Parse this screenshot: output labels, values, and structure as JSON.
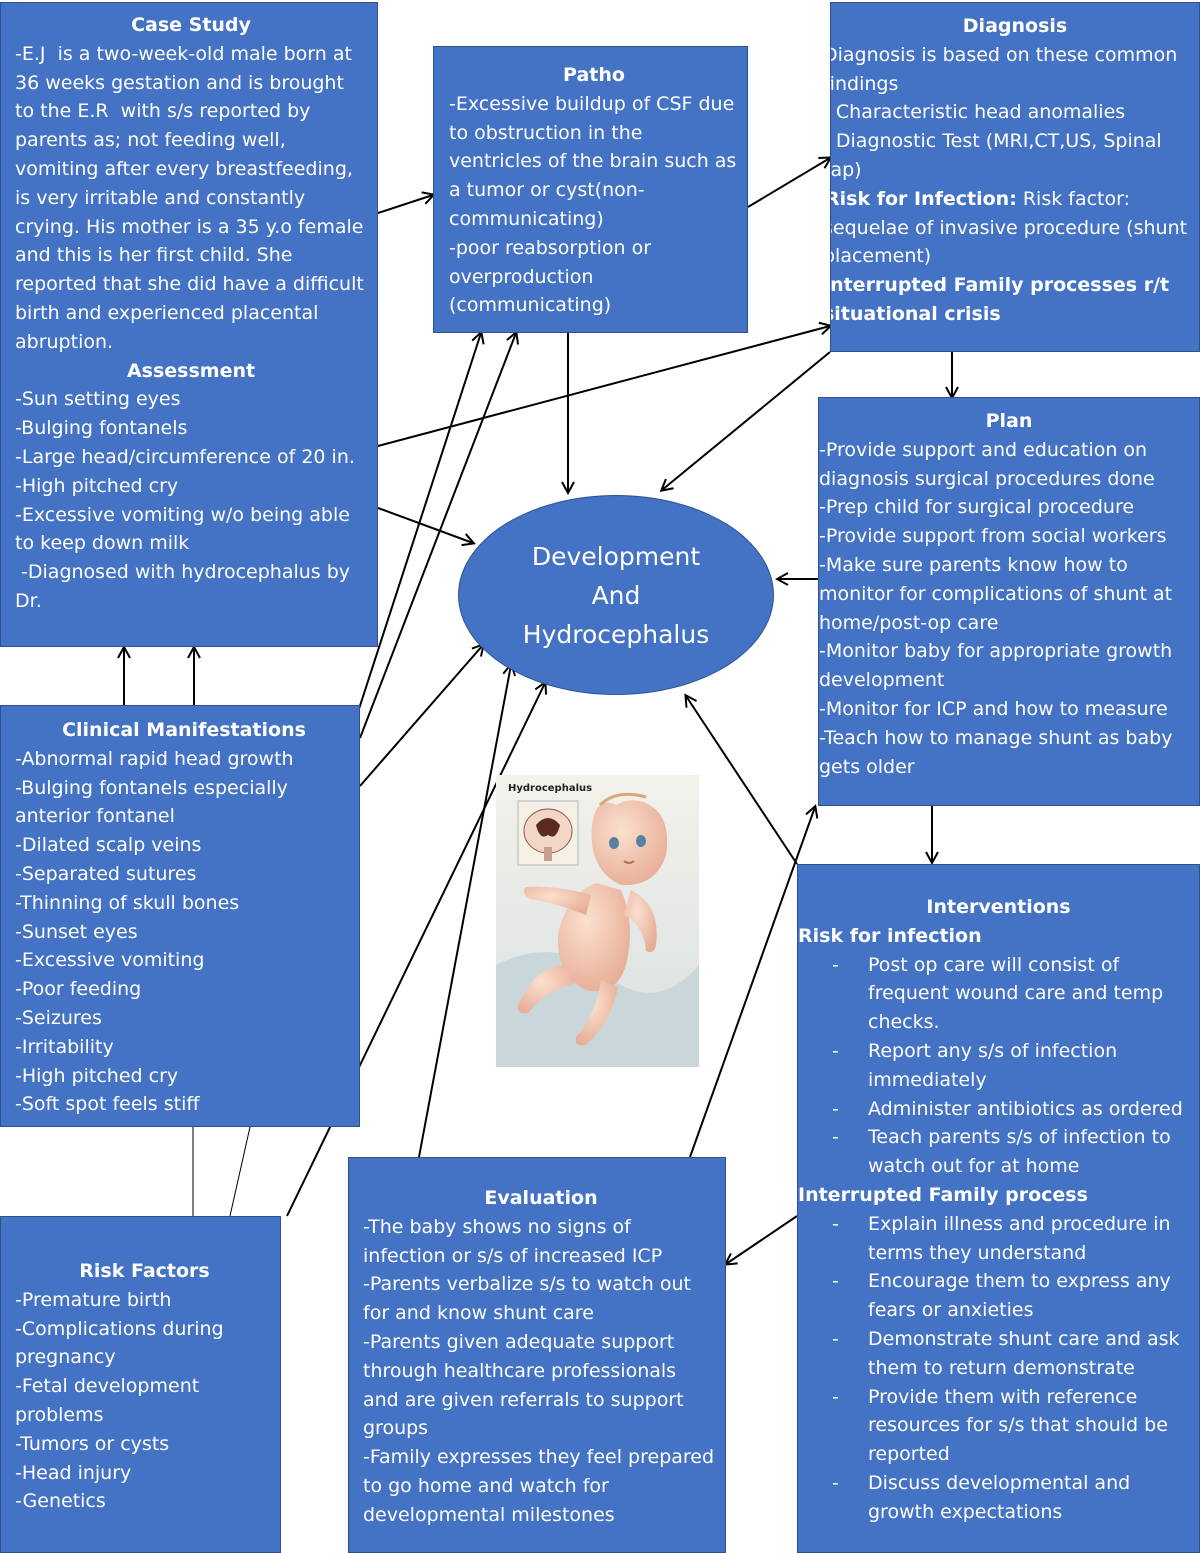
{
  "center": {
    "lines": [
      "Development",
      "And",
      "Hydrocephalus"
    ]
  },
  "case_study": {
    "title": "Case Study",
    "lines": [
      "-E.J  is a two-week-old male born at",
      "36 weeks gestation and is brought",
      "to the E.R  with s/s reported by",
      "parents as; not feeding well,",
      "vomiting after every breastfeeding,",
      "is very irritable and constantly",
      "crying. His mother is a 35 y.o female",
      "and this is her first child. She",
      "reported that she did have a difficult",
      "birth and experienced placental",
      "abruption."
    ],
    "assessment_title": "Assessment",
    "assessment_lines": [
      "-Sun setting eyes",
      "-Bulging fontanels",
      "-Large head/circumference of 20 in.",
      "-High pitched cry",
      "-Excessive vomiting w/o being able",
      "to keep down milk",
      " -Diagnosed with hydrocephalus by",
      "Dr."
    ]
  },
  "patho": {
    "title": "Patho",
    "lines": [
      "-Excessive buildup of CSF due",
      "to obstruction in the",
      "ventricles of the brain such as",
      "a tumor or cyst(non-",
      "communicating)",
      "-poor reabsorption or",
      "overproduction",
      "(communicating)"
    ]
  },
  "diagnosis": {
    "title": "Diagnosis",
    "lines": [
      "Diagnosis is based on these common",
      "findings",
      "- Characteristic head anomalies",
      "- Diagnostic Test (MRI,CT,US, Spinal",
      "tap)"
    ],
    "risk_label": "Risk for Infection:",
    "risk_text": " Risk factor:",
    "risk_lines": [
      "sequelae of invasive procedure (shunt",
      "placement)"
    ],
    "family_lines": [
      "Interrupted Family processes r/t",
      "situational crisis"
    ]
  },
  "plan": {
    "title": "Plan",
    "lines": [
      "-Provide support and education on",
      "diagnosis surgical procedures done",
      "-Prep child for surgical procedure",
      "-Provide support from social workers",
      "-Make sure parents know how to",
      "monitor for complications of shunt at",
      "home/post-op care",
      "-Monitor baby for appropriate growth",
      "development",
      "-Monitor for ICP and how to measure",
      "-Teach how to manage shunt as baby",
      "gets older"
    ]
  },
  "clinical": {
    "title": "Clinical Manifestations",
    "lines": [
      "-Abnormal rapid head growth",
      "-Bulging fontanels especially",
      "anterior fontanel",
      "-Dilated scalp veins",
      "-Separated sutures",
      "-Thinning of skull bones",
      "-Sunset eyes",
      "-Excessive vomiting",
      "-Poor feeding",
      "-Seizures",
      "-Irritability",
      "-High pitched cry",
      "-Soft spot feels stiff"
    ]
  },
  "interventions": {
    "title": "Interventions",
    "infection_title": "Risk for infection",
    "infection_items": [
      "Post op care will consist of\nfrequent wound care and temp\nchecks.",
      "Report any s/s of infection\nimmediately",
      "Administer antibiotics as ordered",
      "Teach parents s/s of infection to\nwatch out for at home"
    ],
    "family_title": "Interrupted Family process",
    "family_items": [
      "Explain illness and procedure in\nterms they understand",
      "Encourage them to express any\nfears or anxieties",
      "Demonstrate shunt care and ask\nthem to return demonstrate",
      "Provide them with reference\nresources for s/s that should be\nreported",
      "Discuss developmental and\ngrowth expectations"
    ],
    "bullet": "-"
  },
  "risk_factors": {
    "title": "Risk Factors",
    "lines": [
      "-Premature birth",
      "-Complications during",
      "pregnancy",
      "-Fetal development",
      "problems",
      "-Tumors or cysts",
      "-Head injury",
      "-Genetics"
    ]
  },
  "evaluation": {
    "title": "Evaluation",
    "lines": [
      "-The baby shows no signs of",
      "infection or s/s of increased ICP",
      "-Parents verbalize s/s to watch out",
      "for and know shunt care",
      "-Parents given adequate support",
      "through healthcare professionals",
      "and are given referrals to support",
      "groups",
      "-Family expresses they feel prepared",
      "to go home and watch for",
      "developmental milestones"
    ]
  },
  "image": {
    "label": "Hydrocephalus"
  },
  "colors": {
    "box_fill": "#4472c4",
    "box_border": "#2f528f",
    "text": "#ffffff",
    "arrow": "#000000"
  }
}
